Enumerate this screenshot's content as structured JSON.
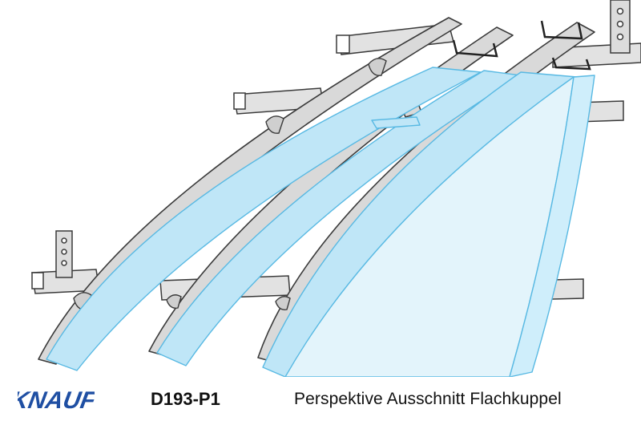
{
  "drawing": {
    "code": "D193-P1",
    "title": "Perspektive Ausschnitt Flachkuppel"
  },
  "brand": {
    "logo_text": "KNAUF",
    "logo_color": "#1f4fa3"
  },
  "colors": {
    "board_fill": "#bfe6f7",
    "board_face": "#e3f4fb",
    "board_edge": "#58b9e3",
    "metal_fill": "#d9d9d9",
    "metal_stroke": "#3a3a3a"
  }
}
